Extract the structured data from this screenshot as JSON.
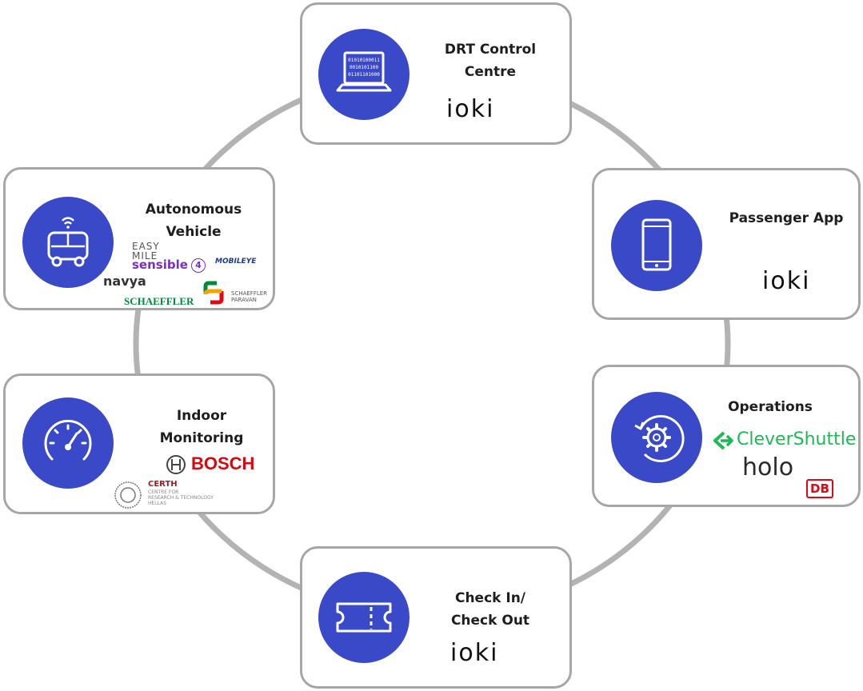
{
  "nodes": {
    "drt": {
      "title": "DRT Control\nCentre",
      "screen_lines": [
        "01010100011",
        "0010101100",
        "01101101000"
      ],
      "logos": [
        "ioki"
      ],
      "icon": "laptop-icon"
    },
    "passenger": {
      "title": "Passenger App",
      "logos": [
        "ioki"
      ],
      "icon": "smartphone-icon"
    },
    "operations": {
      "title": "Operations",
      "logos": [
        "CleverShuttle",
        "holo",
        "DB"
      ],
      "icon": "gear-cycle-icon"
    },
    "checkin": {
      "title": "Check In/\nCheck Out",
      "logos": [
        "ioki"
      ],
      "icon": "ticket-icon"
    },
    "indoor": {
      "title": "Indoor\nMonitoring",
      "logos": [
        "BOSCH",
        "CERTH",
        "CENTRE FOR\nRESEARCH & TECHNOLOGY\nHELLAS"
      ],
      "icon": "speedometer-icon"
    },
    "autonomous": {
      "title": "Autonomous\nVehicle",
      "logos": [
        "EASY\nMILE",
        "sensible",
        "4",
        "MOBILEYE",
        "navya",
        "SCHAEFFLER",
        "SCHAEFFLER\nPARAVAN"
      ],
      "icon": "shuttle-icon"
    }
  },
  "colors": {
    "accent": "#3949c7",
    "border": "#a6a6a6",
    "ring": "#b3b3b3",
    "clever_green": "#1db954",
    "db_red": "#e30613",
    "bosch_red": "#d20a11",
    "sensible_purple": "#7b2fbe",
    "certh_red": "#9b1c1c",
    "schaeffler_green": "#00893d"
  }
}
